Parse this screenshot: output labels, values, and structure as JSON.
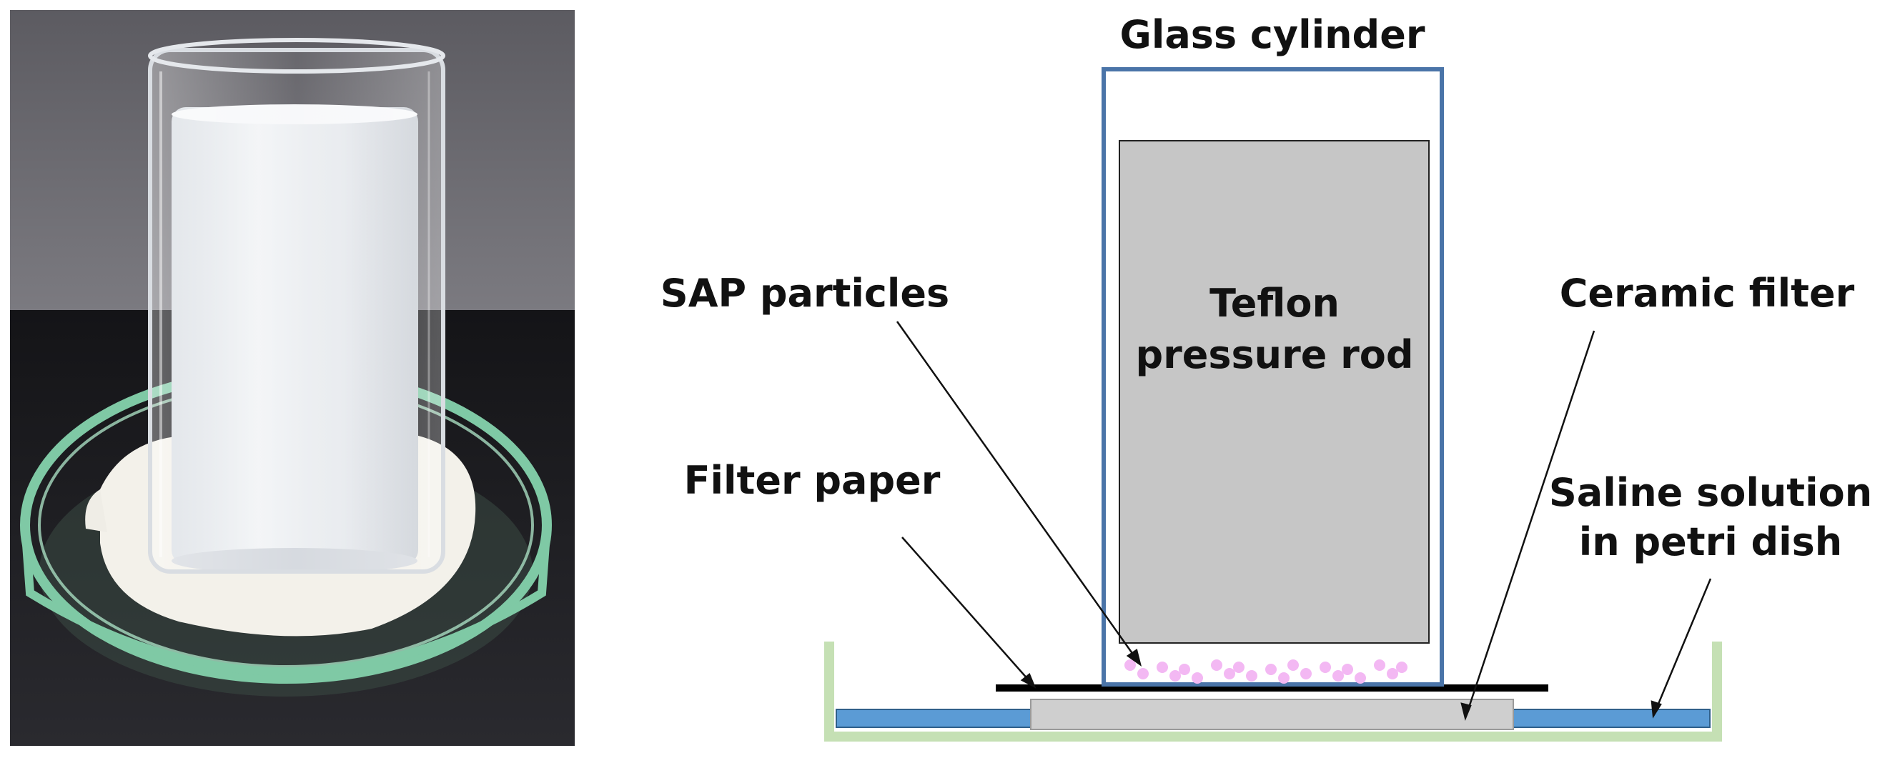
{
  "labels": {
    "glass_cylinder": "Glass cylinder",
    "teflon_rod_line1": "Teflon",
    "teflon_rod_line2": "pressure rod",
    "sap_particles": "SAP particles",
    "ceramic_filter": "Ceramic filter",
    "filter_paper": "Filter paper",
    "saline_line1": "Saline solution",
    "saline_line2": "in petri dish"
  },
  "colors": {
    "cylinder_outline": "#4a74a8",
    "rod_fill": "#c6c6c6",
    "sap_particle": "#f3b8f3",
    "saline": "#5b9bd5",
    "petri_dish": "#c5e0b4",
    "ceramic_filter": "#cfcfcf",
    "filter_paper": "#000000",
    "photo_bg_wall": "#6b6a70",
    "photo_bench": "#1e1e22",
    "photo_dish_glass": "#7fc9a5"
  }
}
